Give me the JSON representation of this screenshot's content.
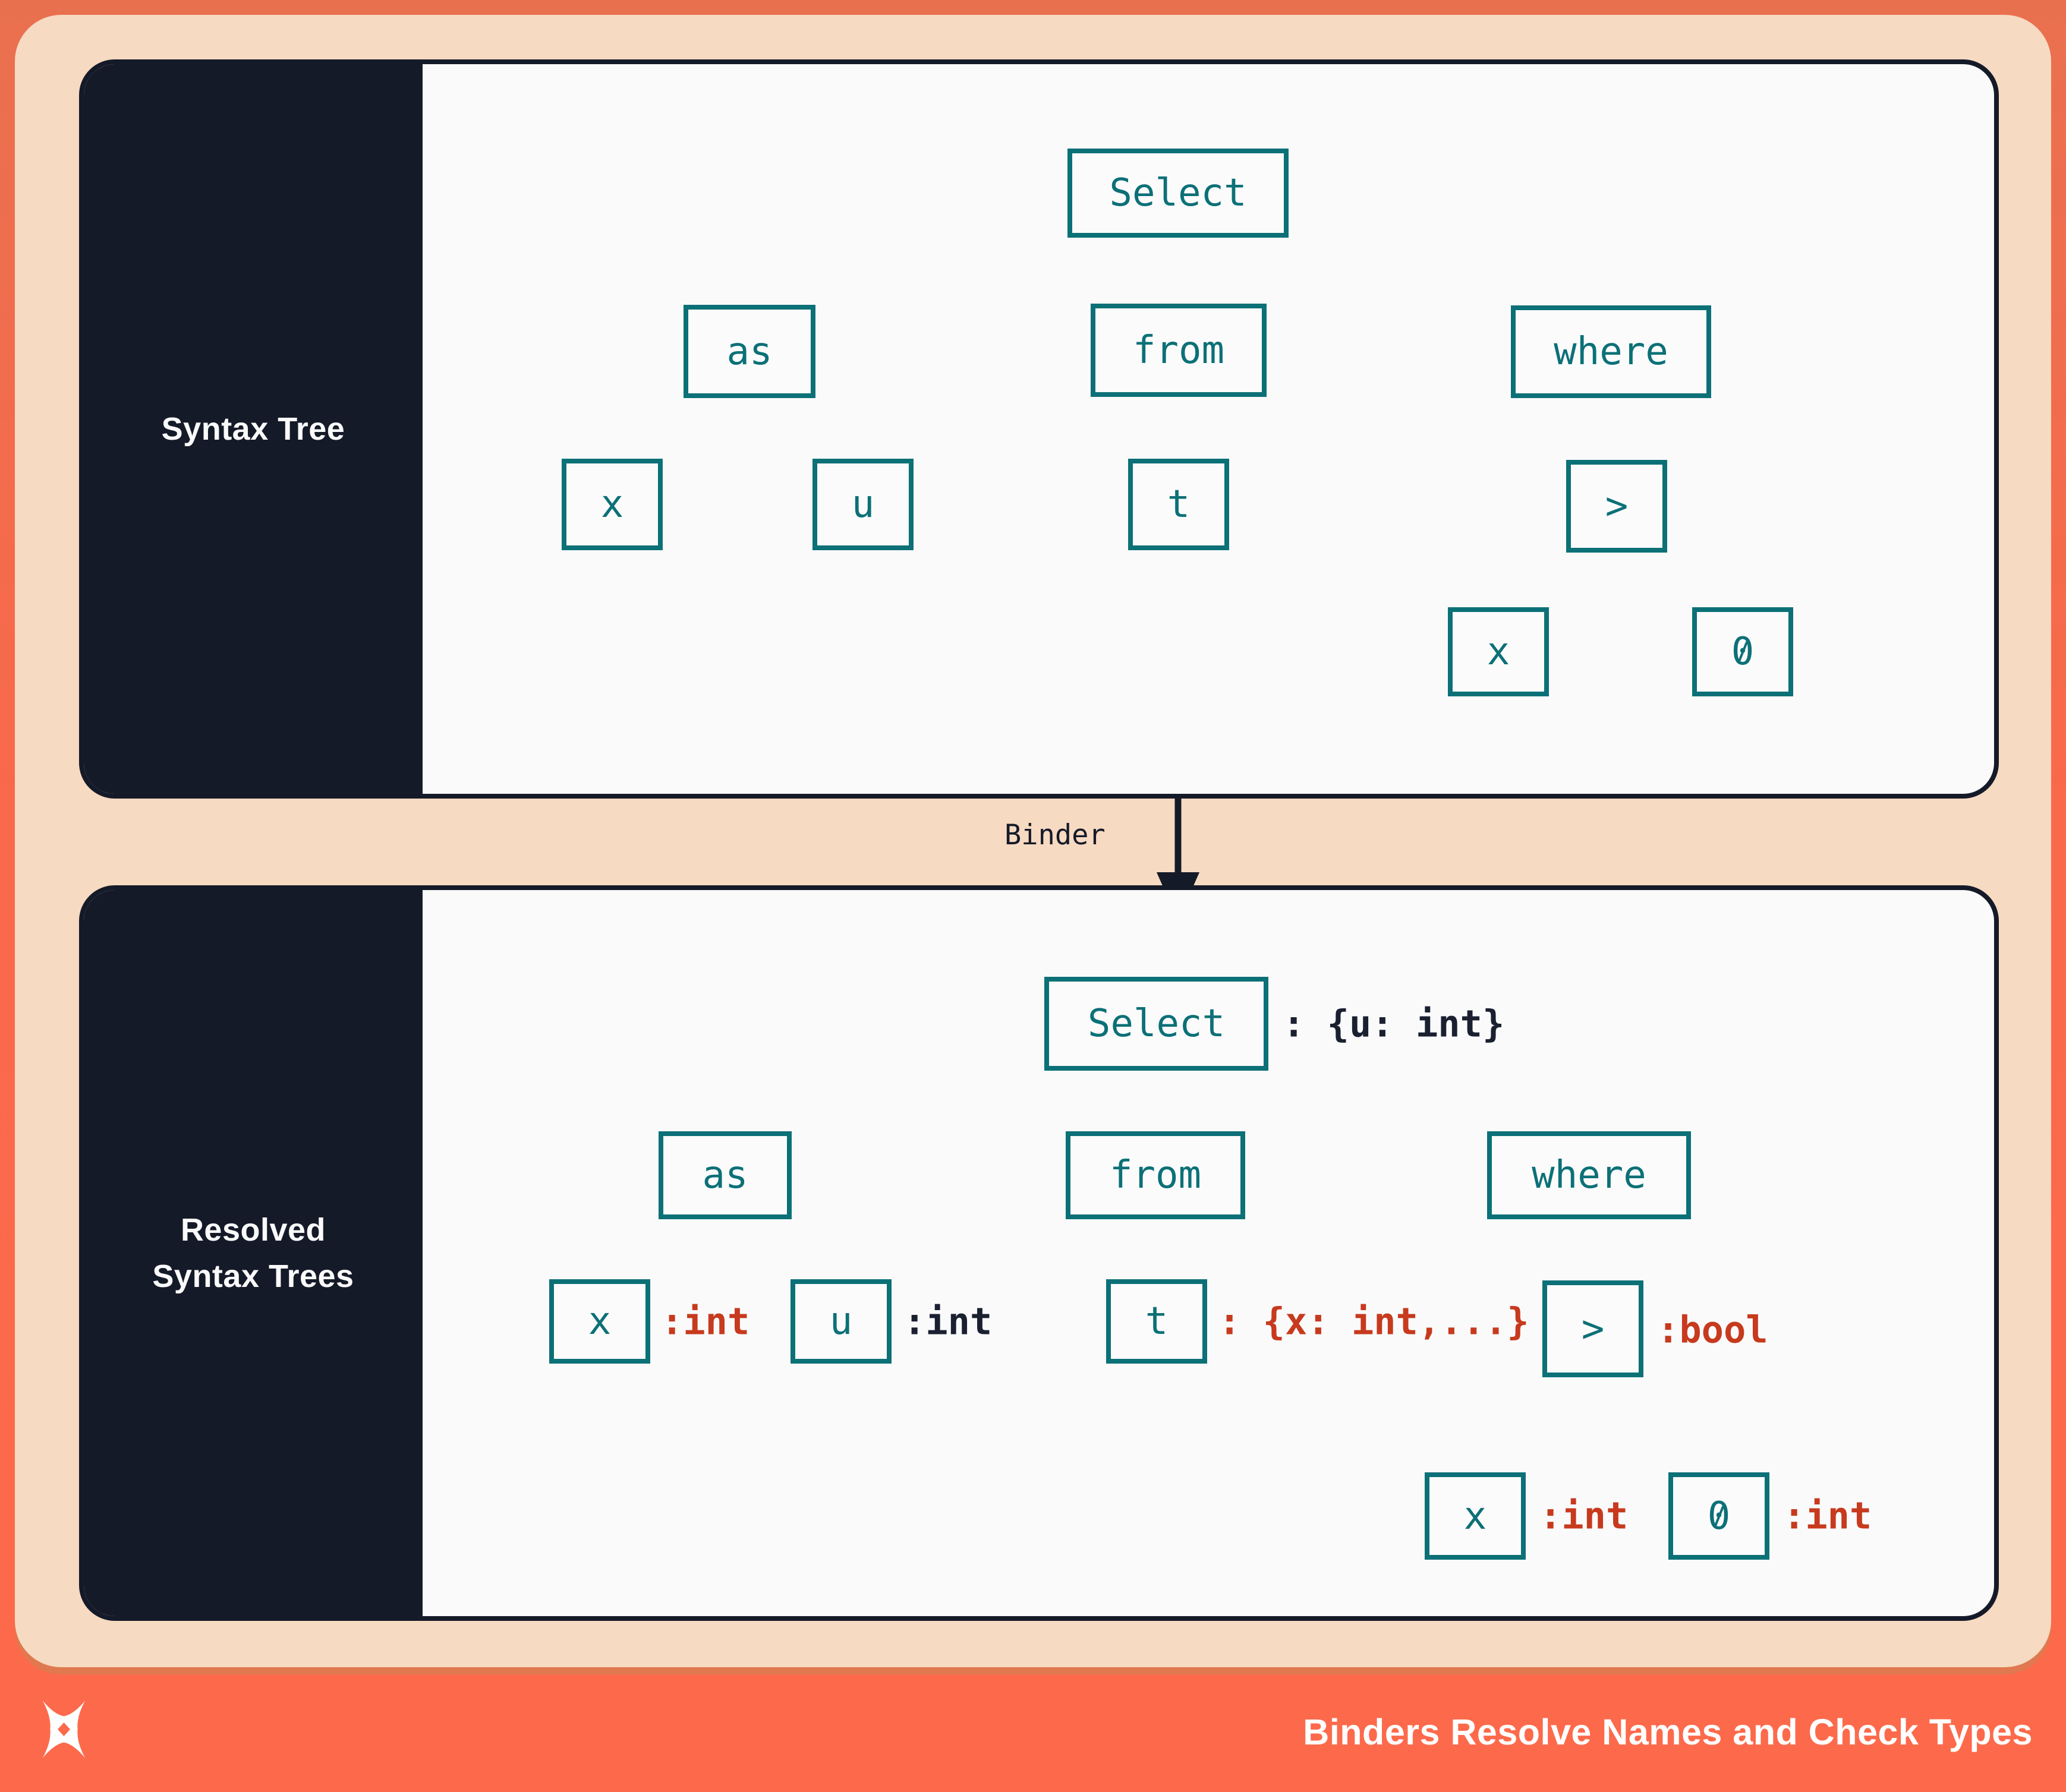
{
  "panel1": {
    "sidebar_label": "Syntax Tree",
    "nodes": {
      "select": "Select",
      "as": "as",
      "from": "from",
      "where": "where",
      "x_left": "x",
      "u": "u",
      "t": "t",
      "gt": ">",
      "x_right": "x",
      "zero": "0"
    }
  },
  "binder": {
    "label": "Binder"
  },
  "panel2": {
    "sidebar_label_line1": "Resolved",
    "sidebar_label_line2": "Syntax Trees",
    "nodes": {
      "select": "Select",
      "as": "as",
      "from": "from",
      "where": "where",
      "x_left": "x",
      "u": "u",
      "t": "t",
      "gt": ">",
      "x_right": "x",
      "zero": "0"
    },
    "annotations": {
      "select": ": {u: int}",
      "x_left": ":int",
      "u": ":int",
      "t": ": {x: int,...}",
      "gt": ":bool",
      "x_right": ":int",
      "zero": ":int"
    }
  },
  "footer": {
    "title": "Binders Resolve Names and Check Types",
    "logo": "x-ribbon-logo"
  },
  "colors": {
    "coral_background": "#F9694B",
    "peach_card": "#F7DAC2",
    "navy": "#151A28",
    "panel_background": "#FAFAFB",
    "teal_nodes": "#0C7077",
    "annotation_red": "#C73A1D",
    "annotation_navy": "#1A2030",
    "shadow_under_card": "#E0794F"
  }
}
